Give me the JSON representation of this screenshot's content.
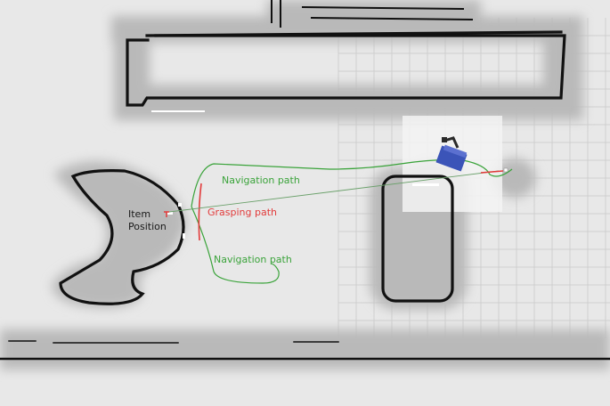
{
  "labels": {
    "navigation_path_1": "Navigation path",
    "grasping_path": "Grasping path",
    "navigation_path_2": "Navigation path",
    "item_position_line1": "Item",
    "item_position_line2": "Position"
  },
  "colors": {
    "free_space": "#e8e8e8",
    "inflation": "#b9b9b9",
    "obstacle": "#111111",
    "navigation_path": "#3aa33a",
    "grasping_path": "#e23b3b",
    "robot": "#3b54b8",
    "grid": "#cfcfcf"
  },
  "icons": {
    "robot": "robot-arm-icon",
    "item_marker": "item-target-icon"
  }
}
